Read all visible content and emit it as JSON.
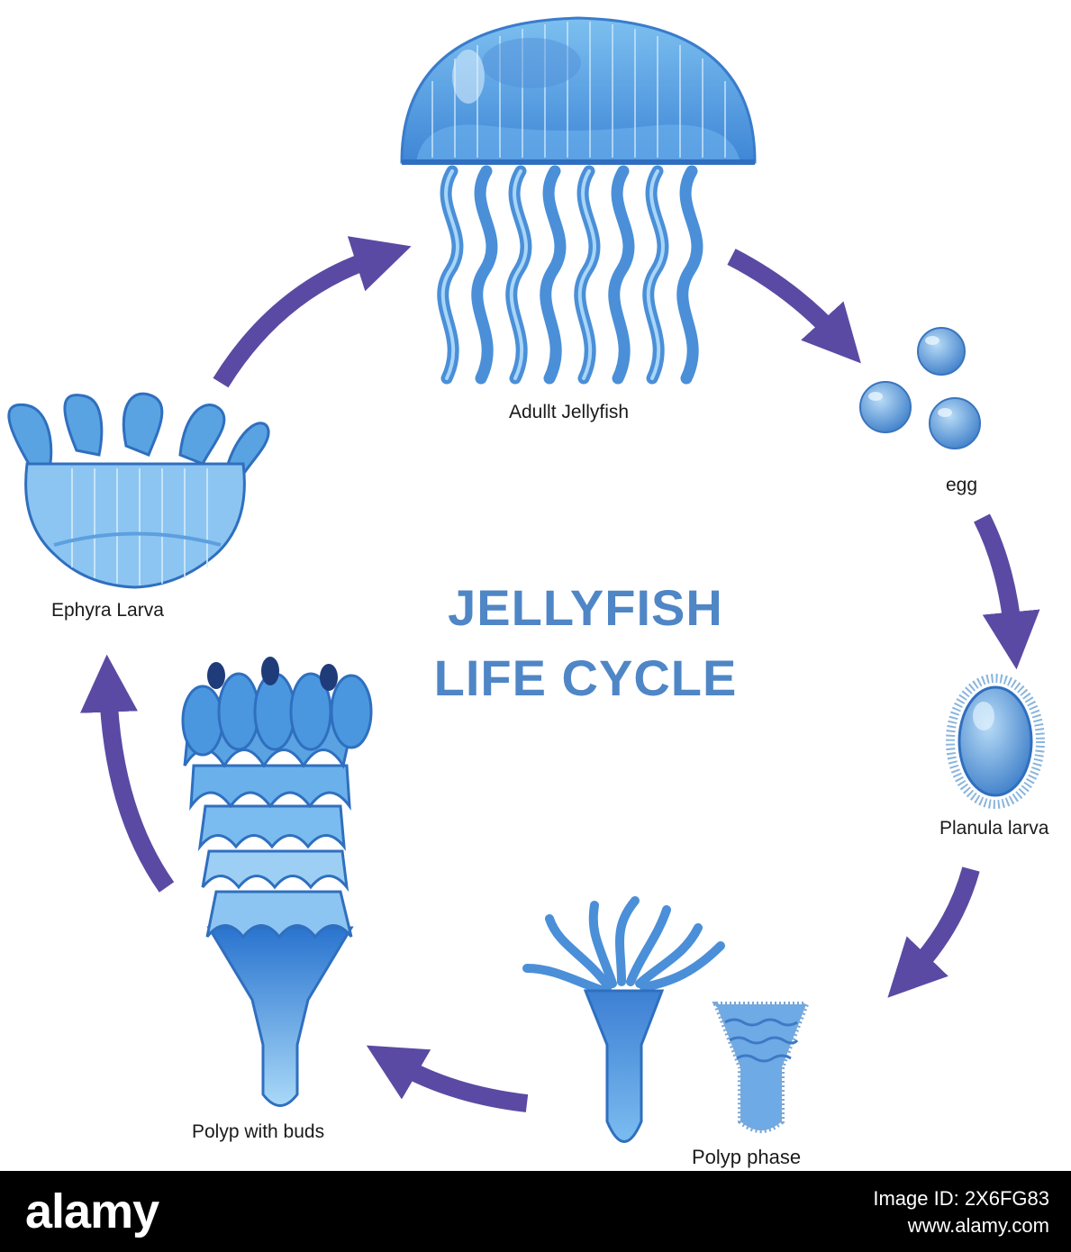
{
  "title": {
    "line1": "JELLYFISH",
    "line2": "LIFE CYCLE"
  },
  "stages": {
    "adult": "Adullt Jellyfish",
    "egg": "egg",
    "planula": "Planula larva",
    "polyp": "Polyp phase",
    "polyp_buds": "Polyp with buds",
    "ephyra": "Ephyra Larva"
  },
  "footer": {
    "wordmark": "alamy",
    "image_id": "Image ID: 2X6FG83",
    "url": "www.alamy.com"
  },
  "colors": {
    "arrow": "#5a4aa3",
    "title": "#4f86c6",
    "jelly_light": "#9fd2f5",
    "jelly_mid": "#5aa3e2",
    "jelly_dark": "#2f6fbf",
    "footer_bg": "#000000"
  }
}
